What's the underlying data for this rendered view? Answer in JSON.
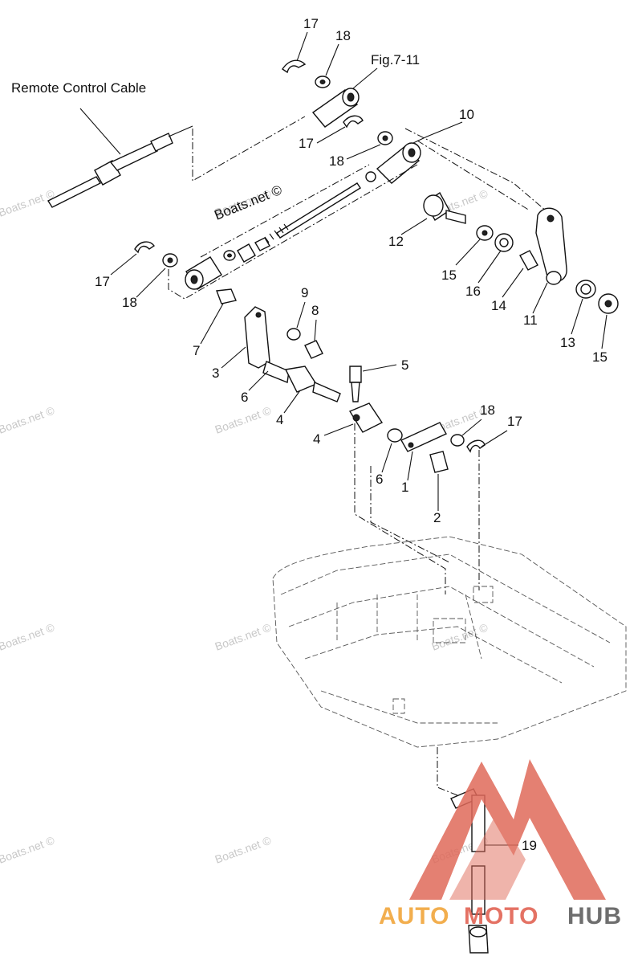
{
  "title": "Remote Control Cable",
  "fig_ref": "Fig.7-11",
  "watermark": "Boats.net ©",
  "logo": {
    "part1": "AUTO",
    "part2": "MOTO",
    "part3": "HUB",
    "color1": "#f0a030",
    "color2": "#e05a4a",
    "color3": "#555555"
  },
  "callouts": {
    "c17a": "17",
    "c18a": "18",
    "c17b": "17",
    "c18b": "18",
    "c10": "10",
    "c12": "12",
    "c15a": "15",
    "c16": "16",
    "c14": "14",
    "c11": "11",
    "c13": "13",
    "c15b": "15",
    "c17c": "17",
    "c18c": "18",
    "c9": "9",
    "c8": "8",
    "c7": "7",
    "c3": "3",
    "c6a": "6",
    "c4a": "4",
    "c5": "5",
    "c4b": "4",
    "c6b": "6",
    "c1": "1",
    "c2": "2",
    "c18d": "18",
    "c17d": "17",
    "c19": "19"
  }
}
